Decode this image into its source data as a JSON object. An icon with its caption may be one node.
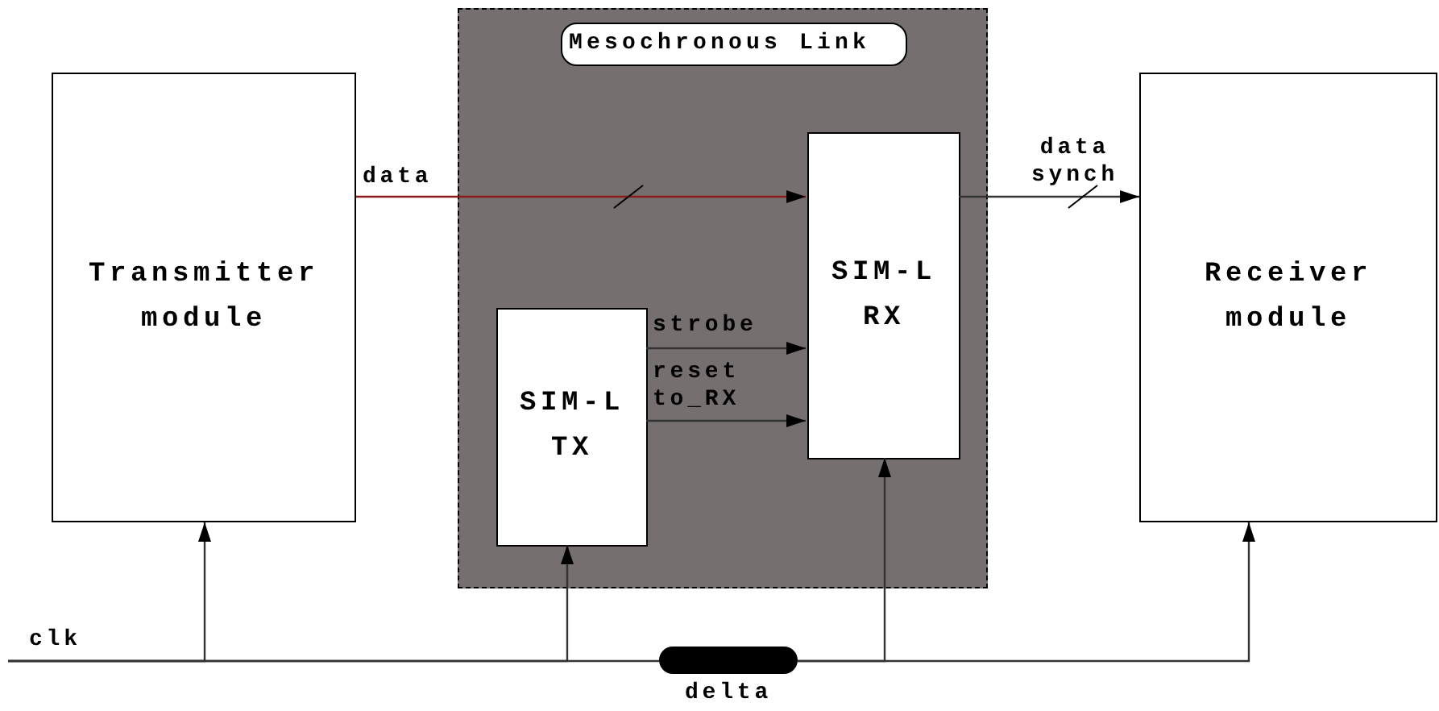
{
  "diagram": {
    "nodes": [
      {
        "text": [
          "Transmitter module"
        ]
      },
      {
        "text": [
          "Mesochronous Link"
        ]
      },
      {
        "text": [
          "SIM-L TX"
        ],
        "in": 1
      },
      {
        "text": [
          "SIM-L RX"
        ],
        "in": 1
      },
      {
        "text": [
          "Receiver module"
        ]
      },
      {
        "text": [],
        "shape": "bar",
        "beside": [
          "delta"
        ]
      }
    ],
    "edges": [
      {
        "from": 0,
        "to": 3,
        "arrow": "to",
        "label": "data",
        "color": "#8b1a1a"
      },
      {
        "from": 3,
        "to": 4,
        "arrow": "to",
        "label": "data synch"
      },
      {
        "from": 2,
        "to": 3,
        "arrow": "to",
        "label": "strobe"
      },
      {
        "from": 2,
        "to": 3,
        "arrow": "to",
        "label": "reset to_RX"
      },
      {
        "from": null,
        "to": 0,
        "arrow": "to",
        "label": "clk"
      },
      {
        "from": null,
        "to": 2,
        "arrow": "to"
      },
      {
        "from": null,
        "to": 5,
        "arrow": "none"
      },
      {
        "from": 5,
        "to": 3,
        "arrow": "to"
      },
      {
        "from": 5,
        "to": 4,
        "arrow": "to"
      }
    ]
  }
}
